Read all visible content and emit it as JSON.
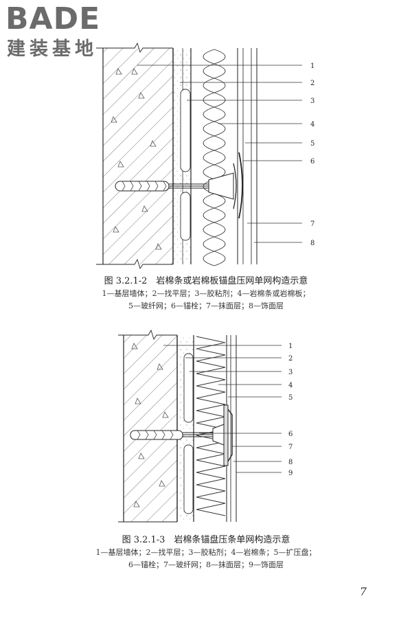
{
  "logo": {
    "word": "BADE",
    "subtitle": "建装基地"
  },
  "figure1": {
    "callouts": [
      "1",
      "2",
      "3",
      "4",
      "5",
      "6",
      "7",
      "8"
    ],
    "title": "图 3.2.1-2　岩棉条或岩棉板锚盘压网单网构造示意",
    "legend_line1": "1—基层墙体；2—找平层；3—胶粘剂；4—岩棉条或岩棉板；",
    "legend_line2": "5—玻纤网；6—锚栓；7—抹面层；8—饰面层"
  },
  "figure2": {
    "callouts": [
      "1",
      "2",
      "3",
      "4",
      "5",
      "6",
      "7",
      "8",
      "9"
    ],
    "title": "图 3.2.1-3　岩棉条锚盘压条单网构造示意",
    "legend_line1": "1—基层墙体；2—找平层；3—胶粘剂；4—岩棉条；5—扩压盘；",
    "legend_line2": "6—锚栓；7—玻纤网；8—抹面层；9—饰面层"
  },
  "page_number": "7",
  "colors": {
    "ink": "#222222",
    "logo_gray": "#6b6b6b",
    "hatch": "#555555"
  }
}
